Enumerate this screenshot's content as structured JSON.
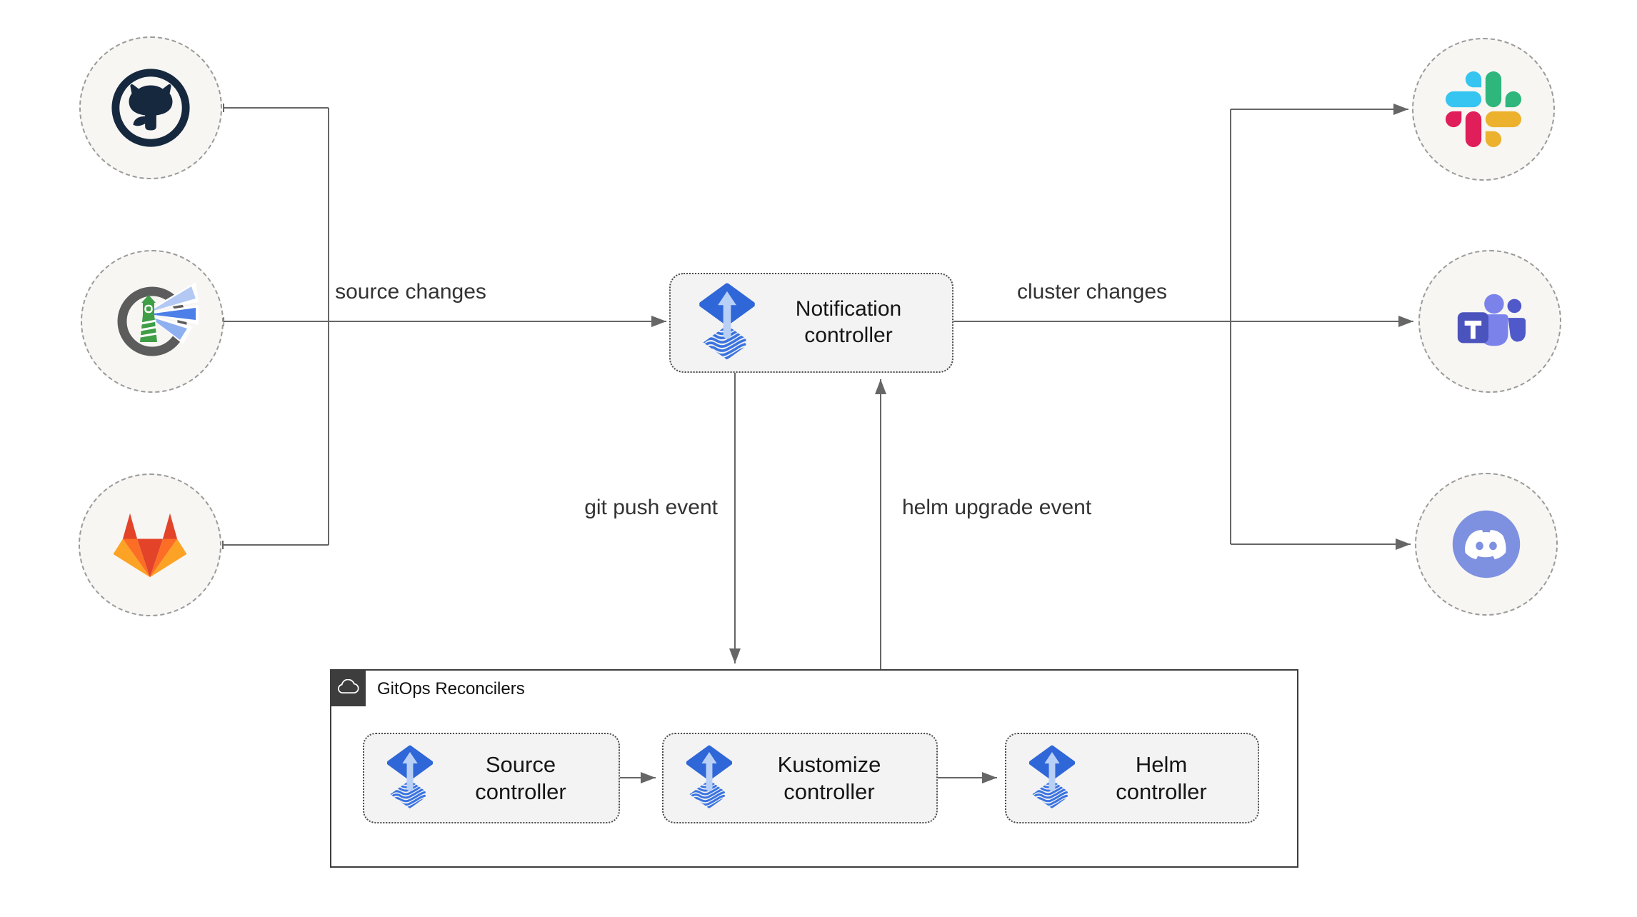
{
  "notification_controller": {
    "label": "Notification controller"
  },
  "edges": {
    "source_changes": "source changes",
    "cluster_changes": "cluster changes",
    "git_push": "git push event",
    "helm_upgrade": "helm upgrade event"
  },
  "reconcilers": {
    "title": "GitOps Reconcilers",
    "controllers": [
      {
        "label": "Source controller"
      },
      {
        "label": "Kustomize controller"
      },
      {
        "label": "Helm controller"
      }
    ]
  },
  "sources": [
    {
      "icon": "github-icon"
    },
    {
      "icon": "harbor-icon"
    },
    {
      "icon": "gitlab-icon"
    }
  ],
  "targets": [
    {
      "icon": "slack-icon"
    },
    {
      "icon": "teams-icon"
    },
    {
      "icon": "discord-icon"
    }
  ],
  "colors": {
    "line_gray": "#666666",
    "circle_border": "#9b9b9b",
    "circle_fill": "#f7f6f3",
    "box_fill": "#f3f3f3",
    "box_border": "#4a4a4a",
    "group_border": "#3d3d3d",
    "flux_blue": "#2f66d8",
    "flux_wave": "#3b74e0",
    "flux_arrow": "#b9d0f6",
    "github_navy": "#15283e",
    "harbor_green": "#3f9e46",
    "harbor_gray": "#5c5c5c",
    "gitlab_red": "#e24329",
    "gitlab_orange": "#fc6d26",
    "gitlab_yellow": "#fca326",
    "slack_blue": "#36c5f0",
    "slack_green": "#2eb67d",
    "slack_red": "#e01e5a",
    "slack_yellow": "#ecb22e",
    "teams_dark": "#4b53bc",
    "teams_mid": "#5059c9",
    "teams_light": "#7b83eb",
    "discord_blurple": "#7e90e0"
  }
}
